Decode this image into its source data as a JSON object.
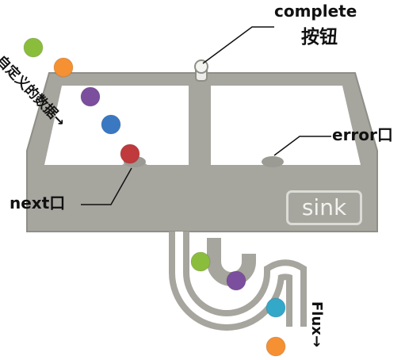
{
  "labels": {
    "complete_line1": "complete",
    "complete_line2": "按钮",
    "error": "error口",
    "next": "next口",
    "custom_data": "自定义的数据→",
    "flux": "Flux→",
    "sink": "sink"
  },
  "colors": {
    "sink_body": "#a6a59e",
    "sink_body_light": "#bdbcb5",
    "background": "#ffffff",
    "leader_line": "#111111",
    "ball_green": "#8bbd3d",
    "ball_orange": "#f59033",
    "ball_purple": "#7b4f9d",
    "ball_blue": "#3a78c2",
    "ball_red": "#c0393c",
    "ball_cyan": "#34a8c8"
  },
  "balls": [
    {
      "name": "ball-green-top",
      "color": "ball_green"
    },
    {
      "name": "ball-orange-top",
      "color": "ball_orange"
    },
    {
      "name": "ball-purple-top",
      "color": "ball_purple"
    },
    {
      "name": "ball-blue-top",
      "color": "ball_blue"
    },
    {
      "name": "ball-red-next",
      "color": "ball_red"
    },
    {
      "name": "ball-green-pipe",
      "color": "ball_green"
    },
    {
      "name": "ball-purple-pipe",
      "color": "ball_purple"
    },
    {
      "name": "ball-cyan-pipe",
      "color": "ball_cyan"
    },
    {
      "name": "ball-orange-out",
      "color": "ball_orange"
    }
  ]
}
